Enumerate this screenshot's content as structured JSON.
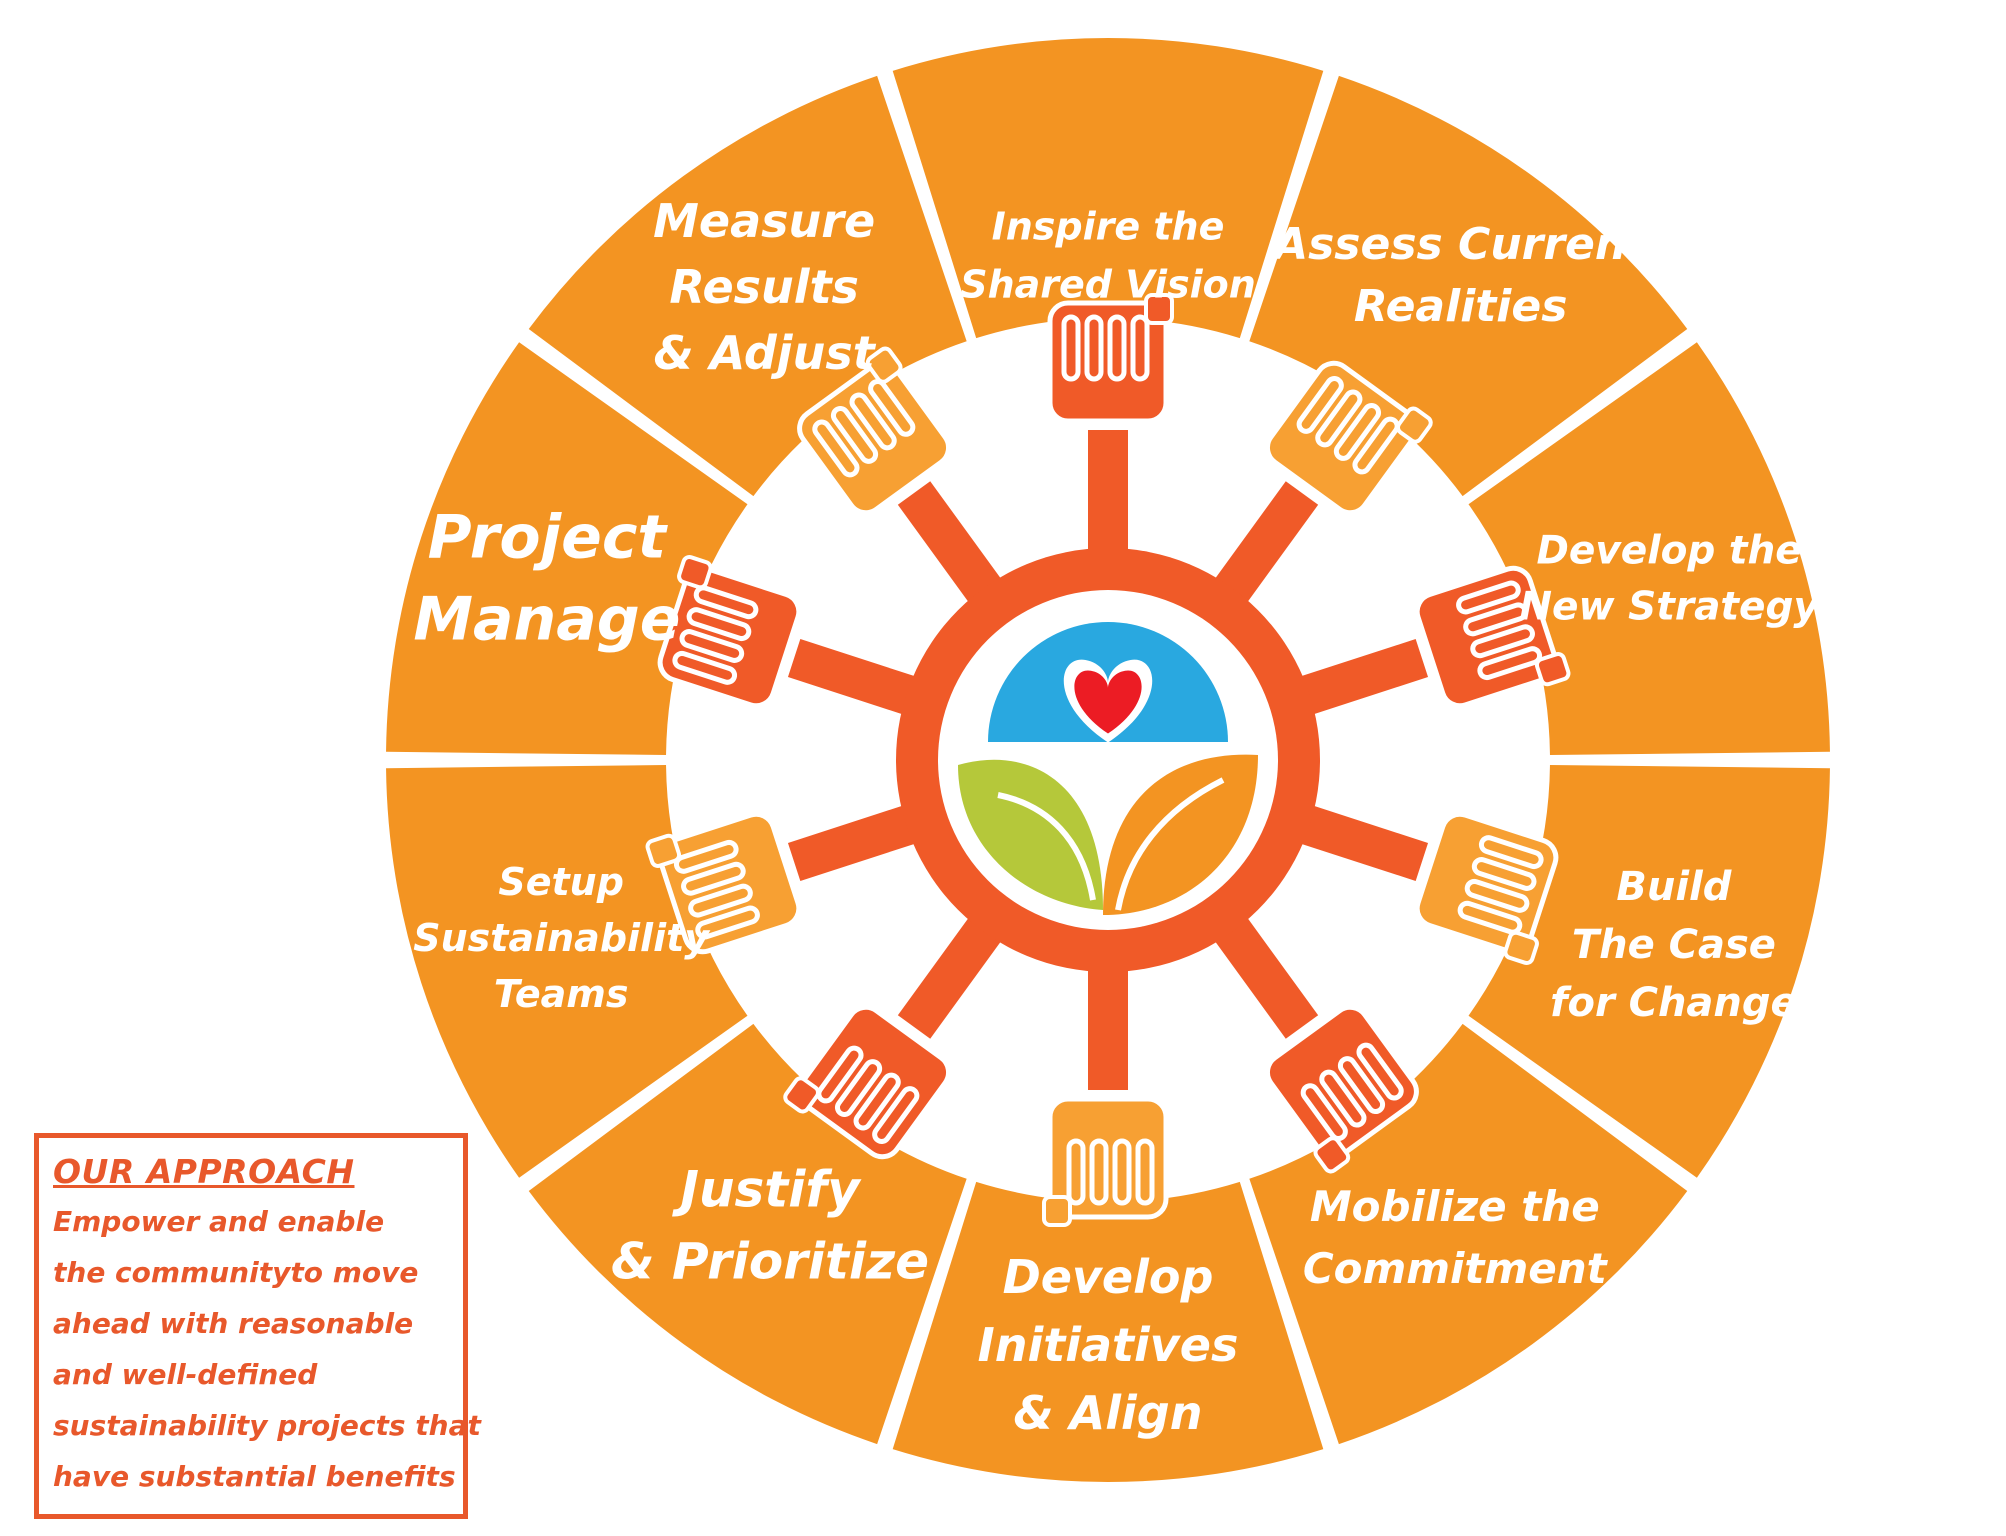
{
  "colors": {
    "segment": "#f39422",
    "hub": "#f05a28",
    "hand_dark": "#f05a28",
    "hand_light": "#f7a033",
    "logo_sky": "#29a8e0",
    "logo_heart": "#ec1c24",
    "logo_leaf_green": "#b5c83a",
    "logo_leaf_orange": "#f39422",
    "box_border": "#e8582b"
  },
  "wheel": {
    "segments": [
      {
        "lines": [
          "Inspire the",
          "Shared Vision"
        ]
      },
      {
        "lines": [
          "Assess Current",
          "Realities"
        ]
      },
      {
        "lines": [
          "Develop the",
          "New Strategy"
        ]
      },
      {
        "lines": [
          "Build",
          "The Case",
          "for Change"
        ]
      },
      {
        "lines": [
          "Mobilize the",
          "Commitment"
        ]
      },
      {
        "lines": [
          "Develop",
          "Initiatives",
          "& Align"
        ]
      },
      {
        "lines": [
          "Justify",
          "& Prioritize"
        ]
      },
      {
        "lines": [
          "Setup",
          "Sustainability",
          "Teams"
        ]
      },
      {
        "lines": [
          "Project",
          "Manage"
        ]
      },
      {
        "lines": [
          "Measure",
          "Results",
          "& Adjust"
        ]
      }
    ]
  },
  "center_logo": {
    "icons": [
      "sun-sky-icon",
      "heart-icon",
      "green-leaf-icon",
      "orange-leaf-icon"
    ]
  },
  "approach": {
    "title": "OUR APPROACH",
    "lines": [
      "Empower and enable",
      "the communityto move",
      "ahead with reasonable",
      "and well-defined",
      "sustainability projects that",
      "have substantial benefits"
    ]
  }
}
